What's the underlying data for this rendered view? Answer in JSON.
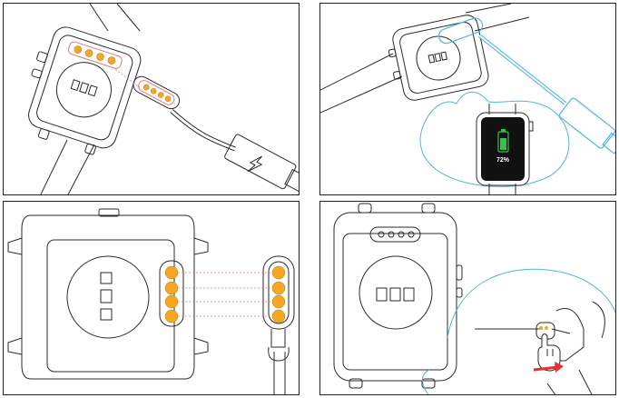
{
  "panels": [
    {
      "id": "connect-charger"
    },
    {
      "id": "charging-status",
      "battery_text": "72%"
    },
    {
      "id": "pin-alignment"
    },
    {
      "id": "remove-charger"
    }
  ],
  "colors": {
    "line": "#2a2a2a",
    "pin": "#f5a623",
    "highlight": "#4fb3e8",
    "battery": "#35c24a",
    "arrow": "#e8312f",
    "guide": "#e07a7a"
  },
  "icons": [
    "lightning-icon",
    "battery-icon",
    "finger-icon",
    "arrow-right-icon"
  ]
}
